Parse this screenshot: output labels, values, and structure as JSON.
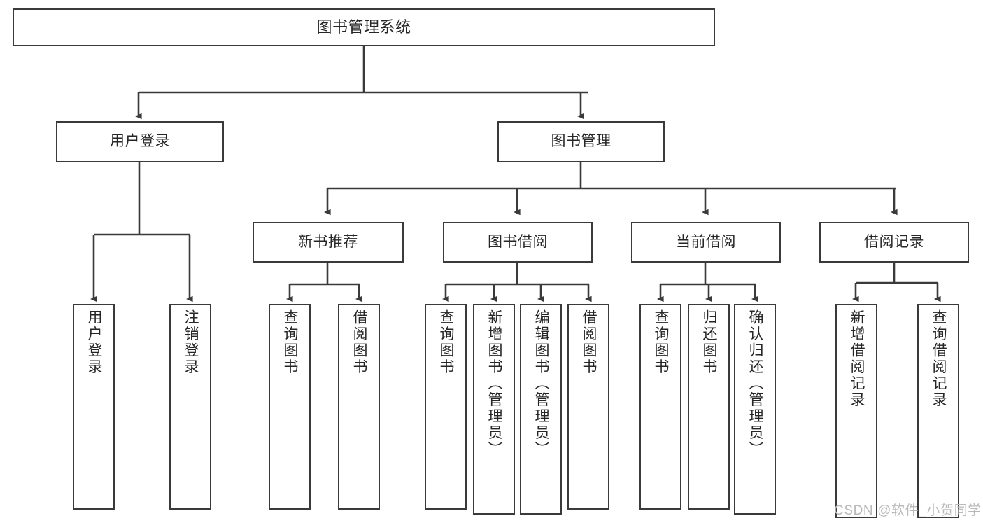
{
  "diagram": {
    "title": "图书管理系统",
    "type": "tree-hierarchy",
    "root": {
      "label": "图书管理系统"
    },
    "level2": [
      {
        "label": "用户登录"
      },
      {
        "label": "图书管理"
      }
    ],
    "level3": [
      {
        "label": "新书推荐"
      },
      {
        "label": "图书借阅"
      },
      {
        "label": "当前借阅"
      },
      {
        "label": "借阅记录"
      }
    ],
    "leaves": {
      "user_login": [
        {
          "label": "用户登录"
        },
        {
          "label": "注销登录"
        }
      ],
      "new_book_recommend": [
        {
          "label": "查询图书"
        },
        {
          "label": "借阅图书"
        }
      ],
      "book_borrow": [
        {
          "label": "查询图书"
        },
        {
          "label": "新增图书（管理员）"
        },
        {
          "label": "编辑图书（管理员）"
        },
        {
          "label": "借阅图书"
        }
      ],
      "current_borrow": [
        {
          "label": "查询图书"
        },
        {
          "label": "归还图书"
        },
        {
          "label": "确认归还（管理员）"
        }
      ],
      "borrow_record": [
        {
          "label": "新增借阅记录"
        },
        {
          "label": "查询借阅记录"
        }
      ]
    },
    "watermark": "CSDN @软件_小贺同学",
    "colors": {
      "stroke": "#3a3a3a",
      "node_fill": "#ffffff",
      "text": "#262626",
      "watermark": "#b9b9b9",
      "background": "#ffffff"
    }
  }
}
